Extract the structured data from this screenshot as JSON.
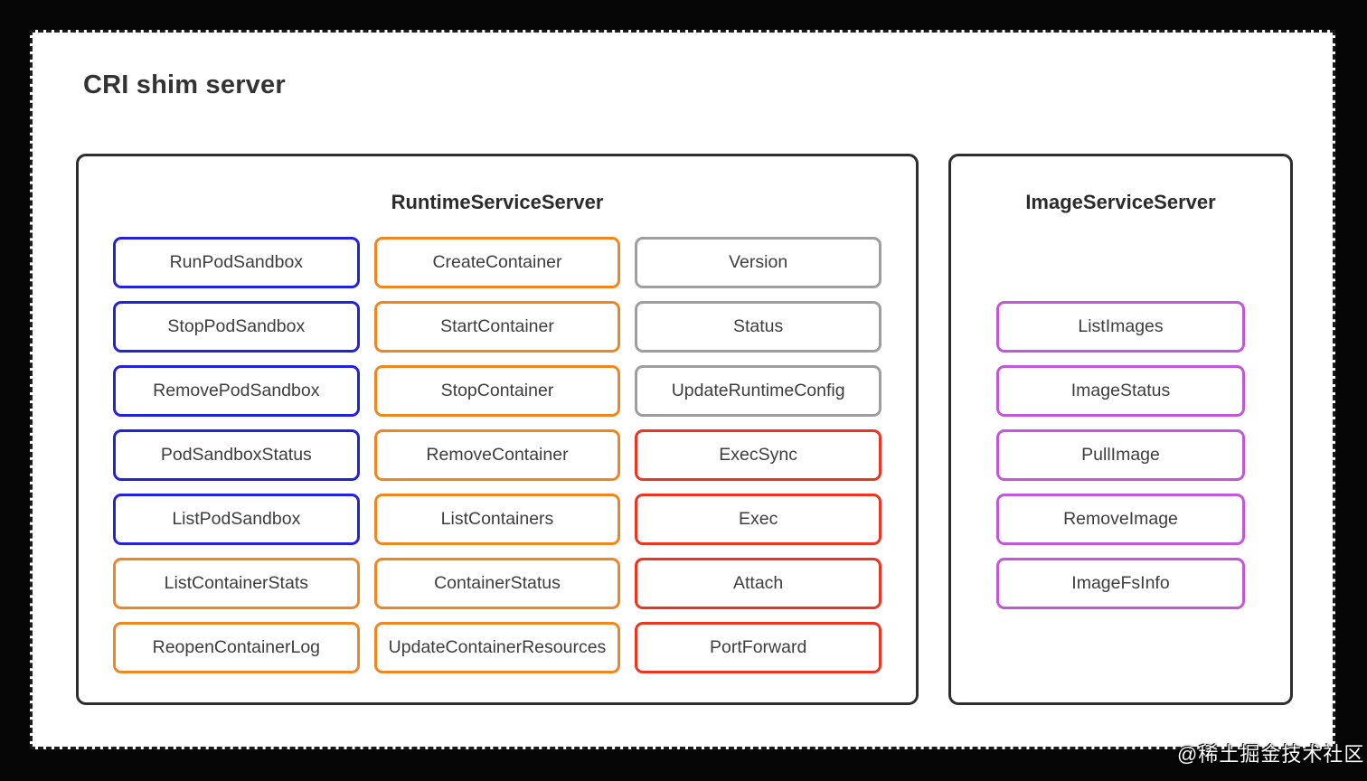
{
  "page_title": "CRI shim server",
  "watermark": "@稀土掘金技术社区",
  "colors": {
    "blue": "#2222d8",
    "orange": "#ee8722",
    "gray": "#9e9e9e",
    "red": "#ec3423",
    "purple": "#c157d9",
    "panel_border": "#2d2d2d",
    "text": "#3d3d3d",
    "background": "#060606",
    "canvas": "#ffffff"
  },
  "runtime_service": {
    "title": "RuntimeServiceServer",
    "columns": [
      {
        "items": [
          {
            "label": "RunPodSandbox",
            "color": "blue"
          },
          {
            "label": "StopPodSandbox",
            "color": "blue"
          },
          {
            "label": "RemovePodSandbox",
            "color": "blue"
          },
          {
            "label": "PodSandboxStatus",
            "color": "blue"
          },
          {
            "label": "ListPodSandbox",
            "color": "blue"
          },
          {
            "label": "ListContainerStats",
            "color": "orange"
          },
          {
            "label": "ReopenContainerLog",
            "color": "orange"
          }
        ]
      },
      {
        "items": [
          {
            "label": "CreateContainer",
            "color": "orange"
          },
          {
            "label": "StartContainer",
            "color": "orange"
          },
          {
            "label": "StopContainer",
            "color": "orange"
          },
          {
            "label": "RemoveContainer",
            "color": "orange"
          },
          {
            "label": "ListContainers",
            "color": "orange"
          },
          {
            "label": "ContainerStatus",
            "color": "orange"
          },
          {
            "label": "UpdateContainerResources",
            "color": "orange"
          }
        ]
      },
      {
        "items": [
          {
            "label": "Version",
            "color": "gray"
          },
          {
            "label": "Status",
            "color": "gray"
          },
          {
            "label": "UpdateRuntimeConfig",
            "color": "gray"
          },
          {
            "label": "ExecSync",
            "color": "red"
          },
          {
            "label": "Exec",
            "color": "red"
          },
          {
            "label": "Attach",
            "color": "red"
          },
          {
            "label": "PortForward",
            "color": "red"
          }
        ]
      }
    ]
  },
  "image_service": {
    "title": "ImageServiceServer",
    "items": [
      {
        "label": "ListImages",
        "color": "purple"
      },
      {
        "label": "ImageStatus",
        "color": "purple"
      },
      {
        "label": "PullImage",
        "color": "purple"
      },
      {
        "label": "RemoveImage",
        "color": "purple"
      },
      {
        "label": "ImageFsInfo",
        "color": "purple"
      }
    ]
  }
}
